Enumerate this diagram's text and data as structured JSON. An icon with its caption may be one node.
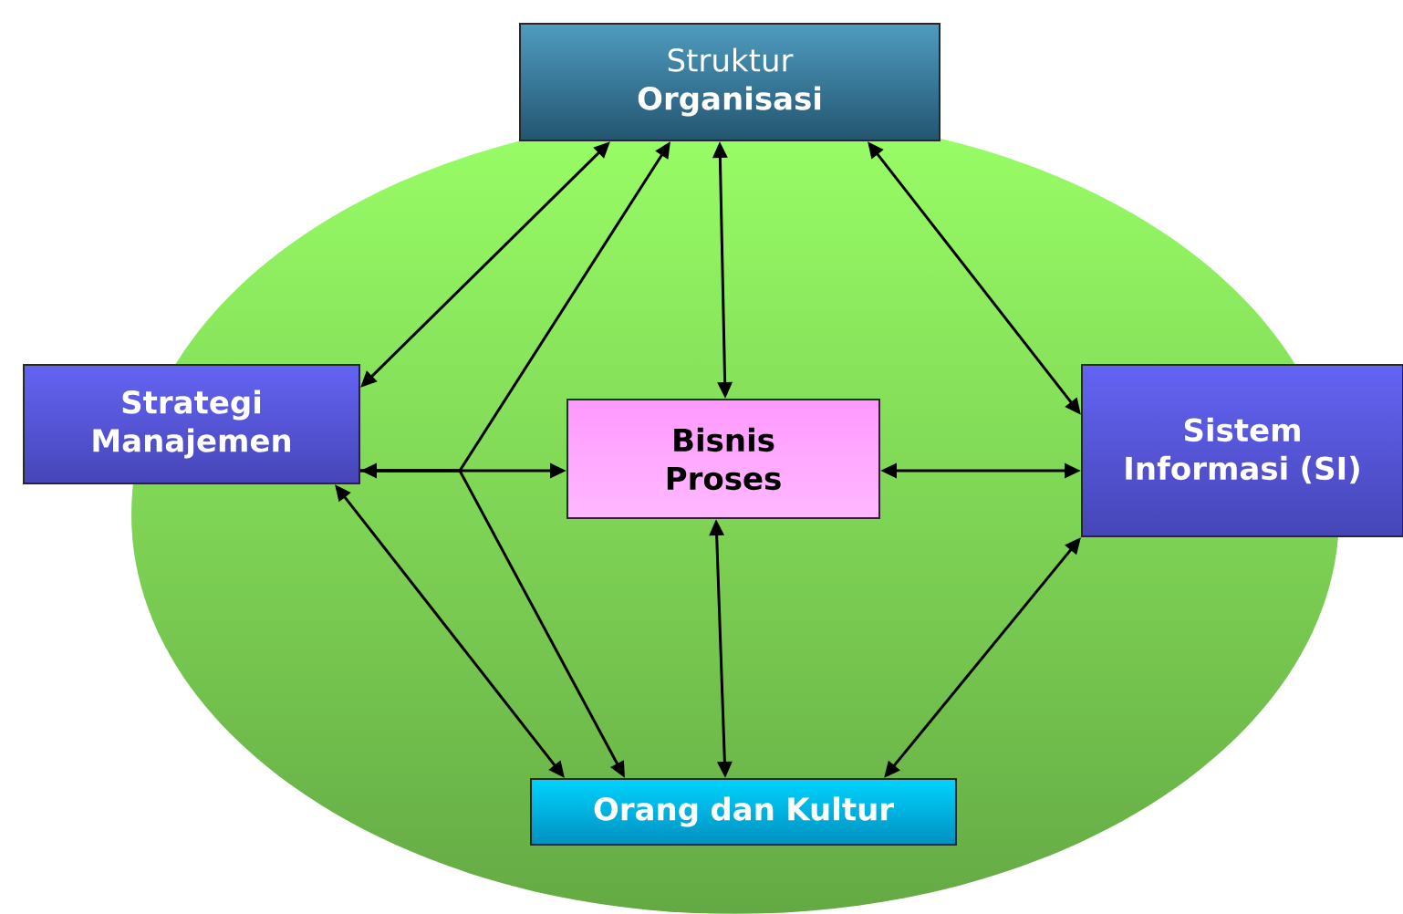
{
  "diagram": {
    "nodes": [
      {
        "text": [
          "Struktur **Organisasi**"
        ]
      },
      {
        "text": [
          "Strategi Manajemen"
        ]
      },
      {
        "text": [
          "Bisnis Proses"
        ]
      },
      {
        "text": [
          "Sistem Informasi (SI)"
        ]
      },
      {
        "text": [
          "Orang dan Kultur"
        ]
      }
    ],
    "edges": [
      {
        "from": 1,
        "to": 0,
        "arrow": "both"
      },
      {
        "from": 0,
        "to": 2,
        "arrow": "both"
      },
      {
        "from": 0,
        "to": 3,
        "arrow": "both"
      },
      {
        "from": 1,
        "to": 2,
        "arrow": "both"
      },
      {
        "from": 1,
        "to": 0,
        "arrow": "to"
      },
      {
        "from": 1,
        "to": 4,
        "arrow": "to"
      },
      {
        "from": 1,
        "to": 4,
        "arrow": "both"
      },
      {
        "from": 2,
        "to": 4,
        "arrow": "both"
      },
      {
        "from": 2,
        "to": 3,
        "arrow": "both"
      },
      {
        "from": 3,
        "to": 4,
        "arrow": "both"
      }
    ]
  }
}
